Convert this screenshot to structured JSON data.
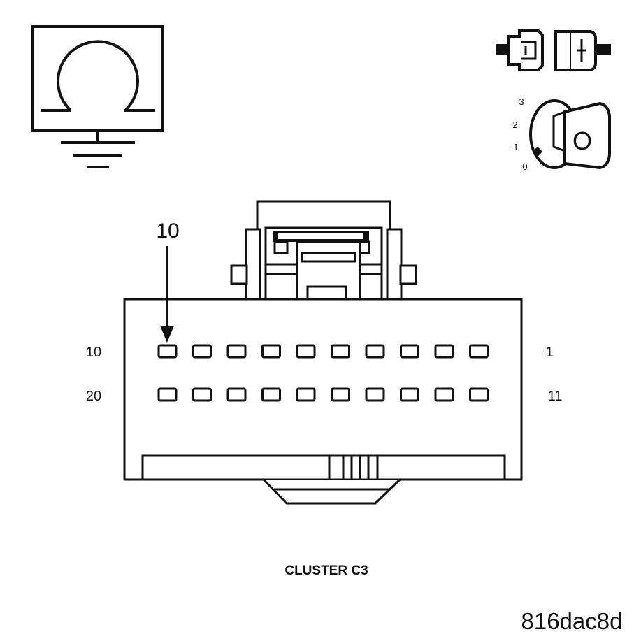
{
  "connector": {
    "name": "CLUSTER C3",
    "callout_pin": "10",
    "row_top": {
      "left_label": "10",
      "right_label": "1"
    },
    "row_bottom": {
      "left_label": "20",
      "right_label": "11"
    },
    "pins_per_row": 10
  },
  "key_switch": {
    "positions": [
      "3",
      "2",
      "1",
      "0"
    ],
    "key_letter": "O"
  },
  "figure_id": "816dac8d"
}
